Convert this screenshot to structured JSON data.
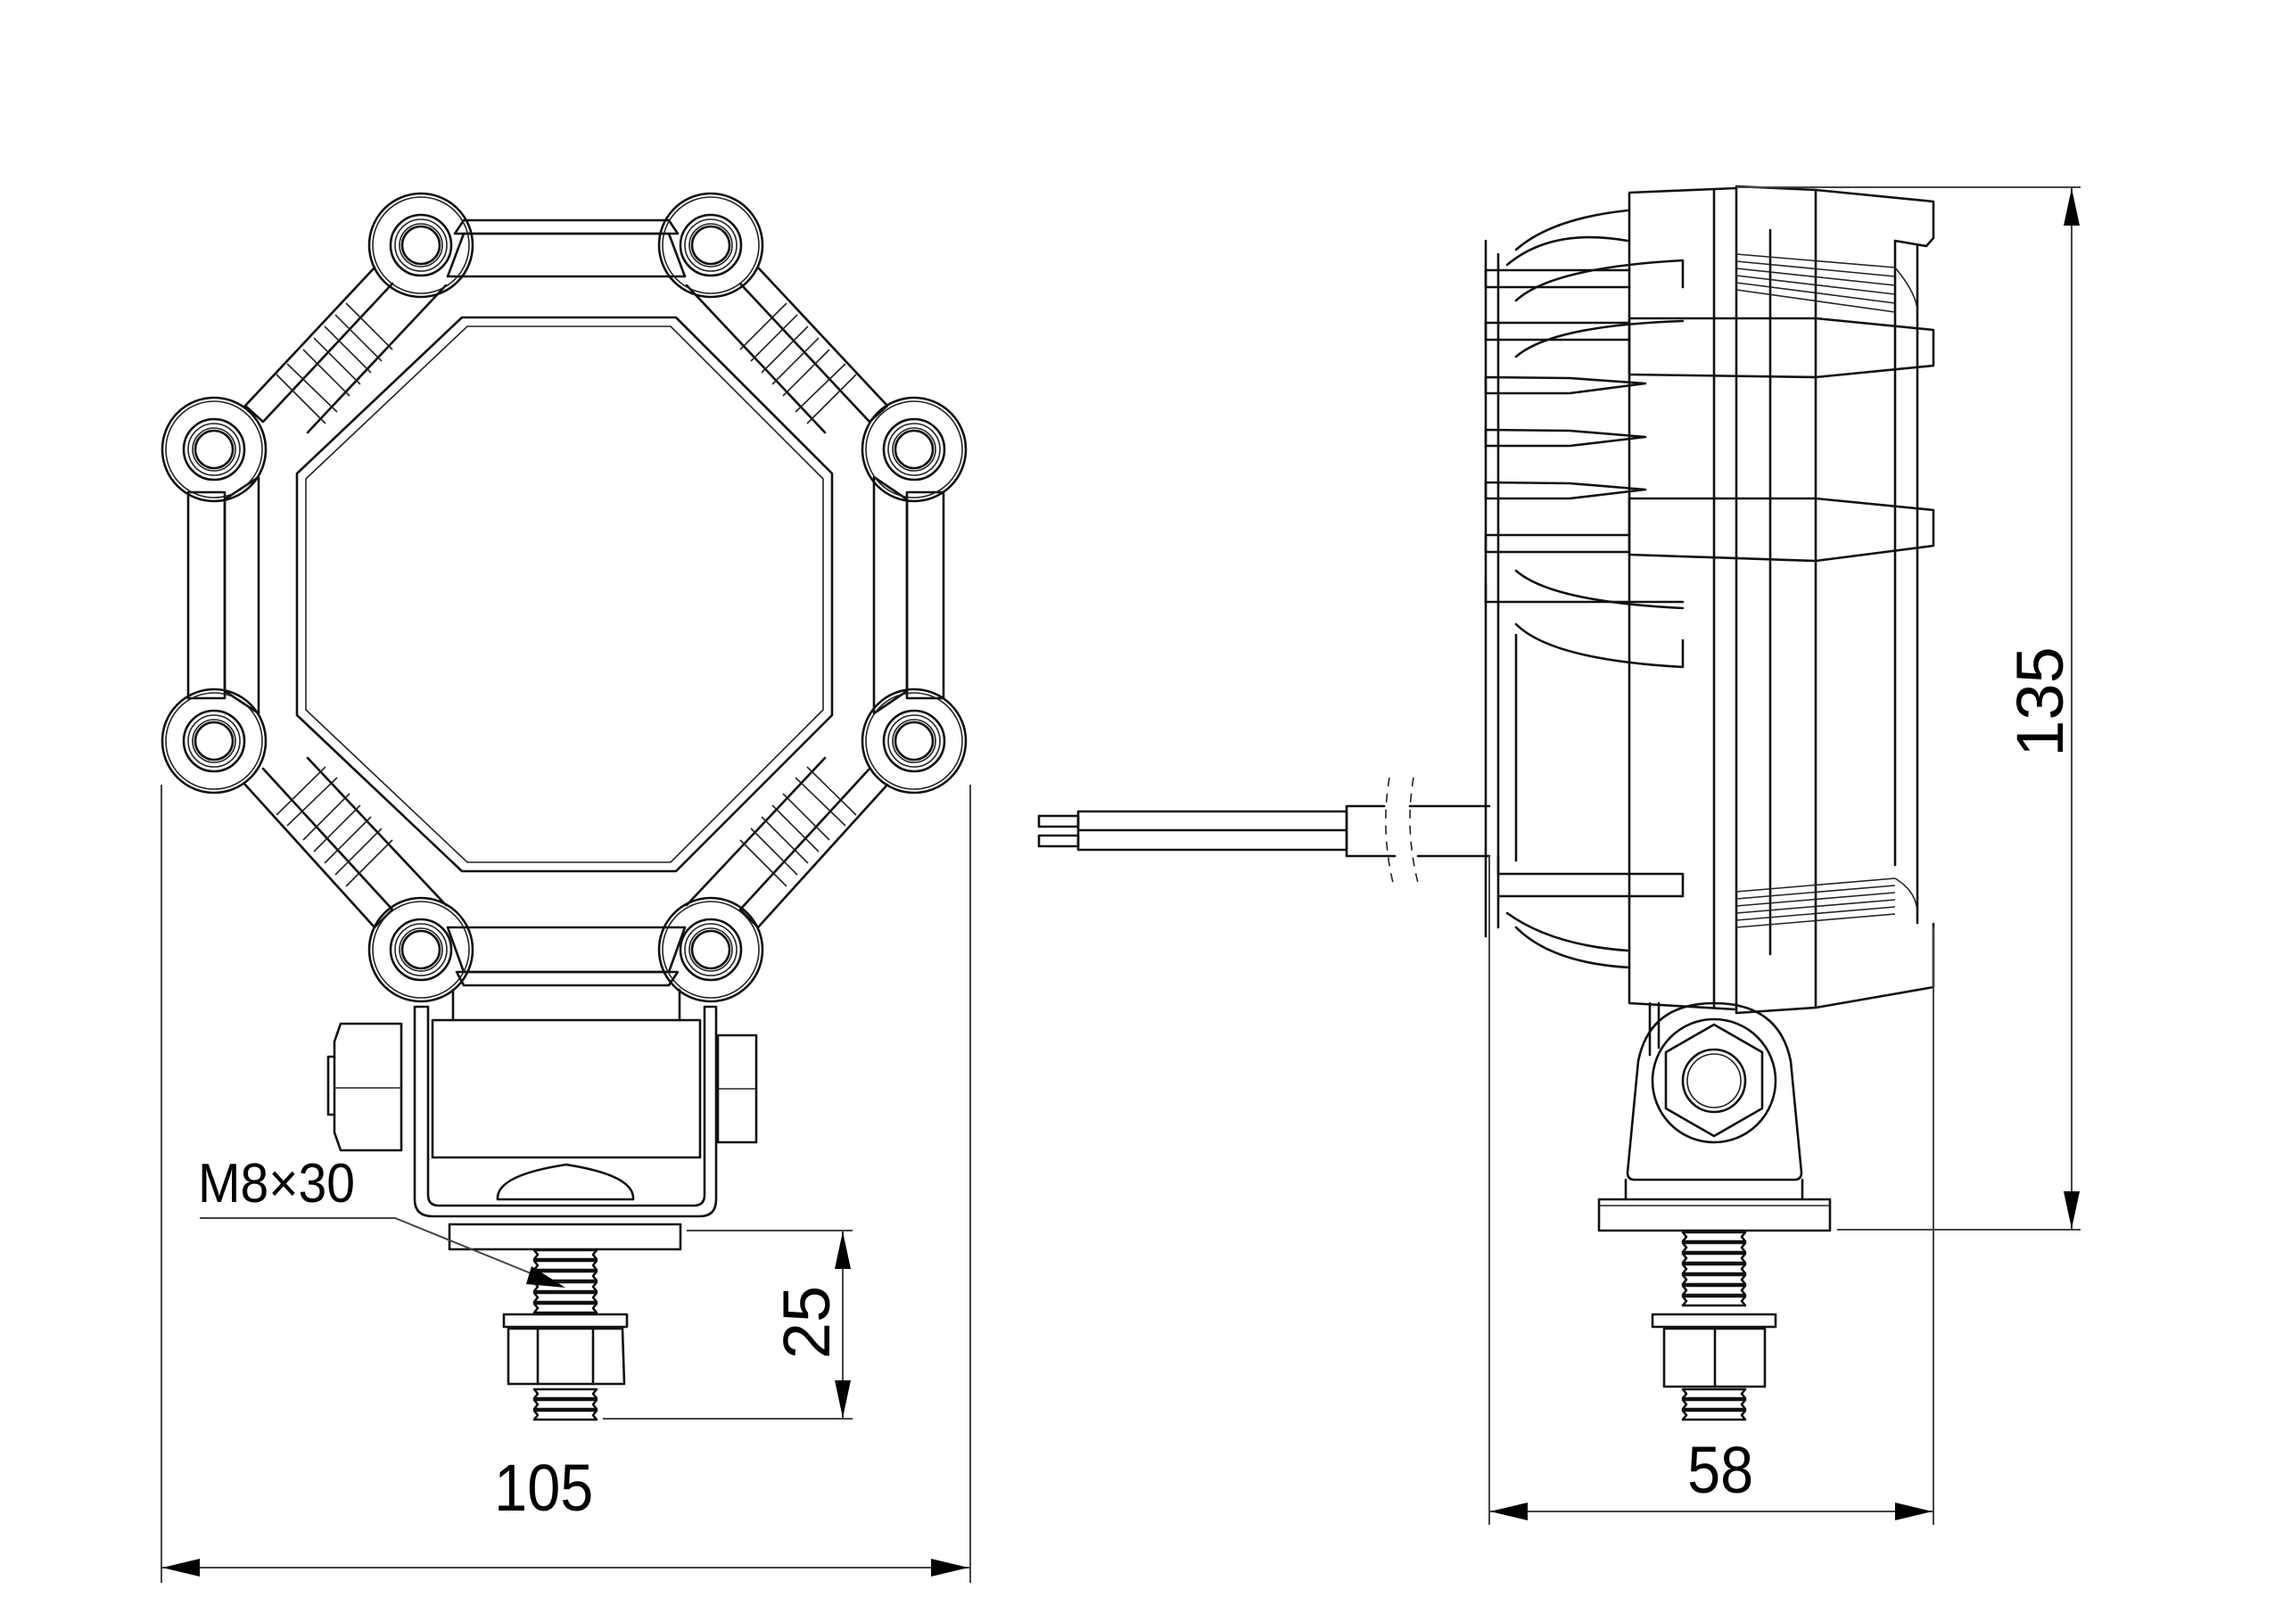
{
  "drawing": {
    "type": "technical dimension drawing",
    "subject": "octagonal LED work light with mounting bracket",
    "views": [
      {
        "name": "front view",
        "features": [
          "octagonal frame",
          "8 screw bosses",
          "ribbed diagonal bars",
          "octagonal lens",
          "U-bracket with hex bolt and nut",
          "mounting stud with washer and nut"
        ]
      },
      {
        "name": "side view",
        "features": [
          "finned heat sink housing",
          "front bezel with lugs",
          "2-core cable with break marks",
          "swivel bracket with hex bolt",
          "base plate",
          "mounting stud with washer and nut"
        ]
      }
    ],
    "line_color": "#111111",
    "background_color": "#ffffff"
  },
  "dimensions": {
    "width_front": "105",
    "depth_side": "58",
    "height_total": "135",
    "stud_length": "25"
  },
  "callouts": {
    "stud_thread": "M8×30"
  },
  "units": "mm"
}
